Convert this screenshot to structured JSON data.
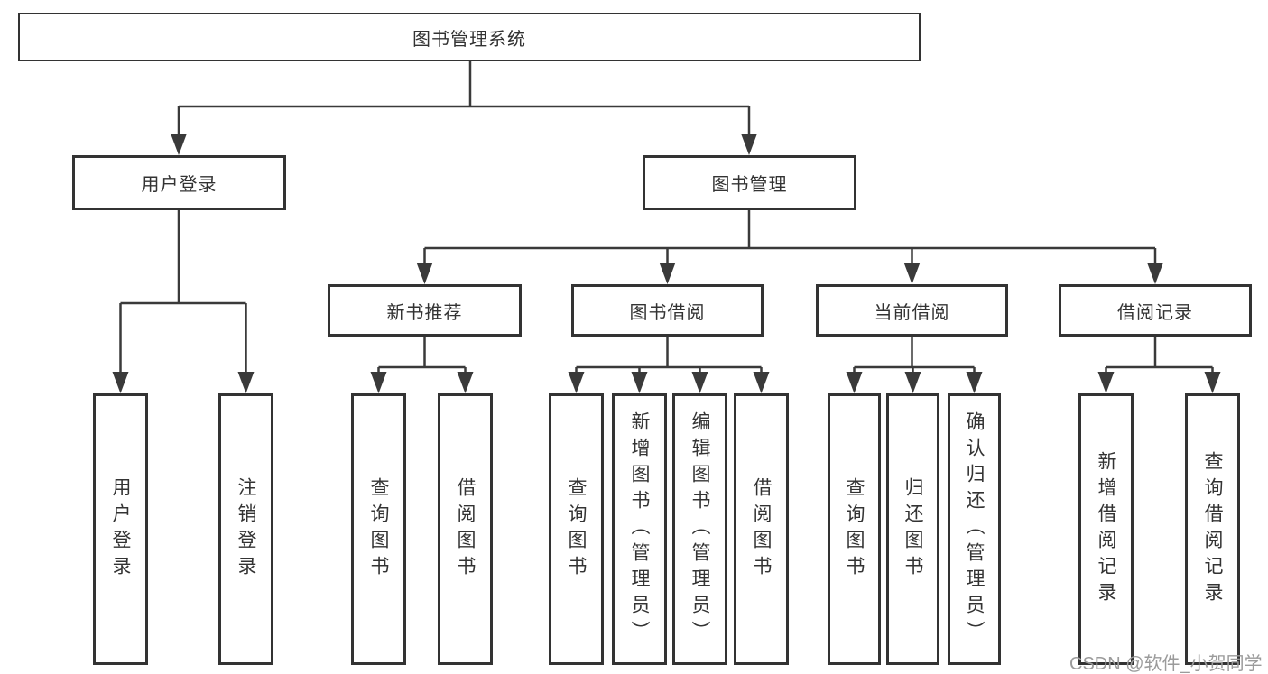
{
  "tree": {
    "label": "图书管理系统",
    "children": [
      {
        "label": "用户登录",
        "children": [
          {
            "label": "用户登录"
          },
          {
            "label": "注销登录"
          }
        ]
      },
      {
        "label": "图书管理",
        "children": [
          {
            "label": "新书推荐",
            "children": [
              {
                "label": "查询图书"
              },
              {
                "label": "借阅图书"
              }
            ]
          },
          {
            "label": "图书借阅",
            "children": [
              {
                "label": "查询图书"
              },
              {
                "label": "新增图书（管理员）"
              },
              {
                "label": "编辑图书（管理员）"
              },
              {
                "label": "借阅图书"
              }
            ]
          },
          {
            "label": "当前借阅",
            "children": [
              {
                "label": "查询图书"
              },
              {
                "label": "归还图书"
              },
              {
                "label": "确认归还（管理员）"
              }
            ]
          },
          {
            "label": "借阅记录",
            "children": [
              {
                "label": "新增借阅记录"
              },
              {
                "label": "查询借阅记录"
              }
            ]
          }
        ]
      }
    ]
  },
  "watermark": "CSDN @软件_小贺同学",
  "colors": {
    "line": "#3a3a3a",
    "box_border": "#333333",
    "text": "#333333",
    "watermark": "#9b9b9b",
    "background": "#ffffff"
  }
}
